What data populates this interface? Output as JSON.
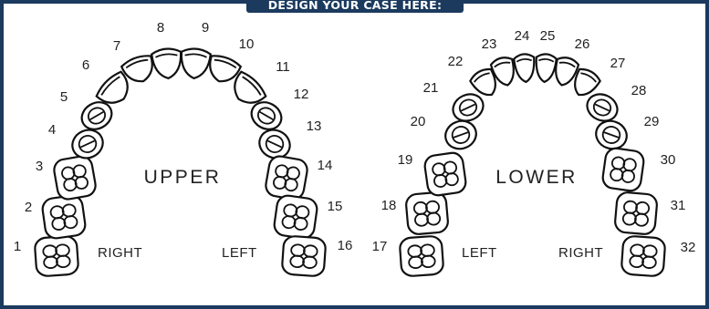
{
  "header": {
    "title": "DESIGN YOUR CASE HERE:"
  },
  "colors": {
    "frame": "#1b3a5e",
    "ink": "#111111",
    "header_text": "#ffffff"
  },
  "upper": {
    "label": "UPPER",
    "left_side_label": "RIGHT",
    "right_side_label": "LEFT",
    "teeth": [
      "1",
      "2",
      "3",
      "4",
      "5",
      "6",
      "7",
      "8",
      "9",
      "10",
      "11",
      "12",
      "13",
      "14",
      "15",
      "16"
    ]
  },
  "lower": {
    "label": "LOWER",
    "left_side_label": "LEFT",
    "right_side_label": "RIGHT",
    "teeth": [
      "17",
      "18",
      "19",
      "20",
      "21",
      "22",
      "23",
      "24",
      "25",
      "26",
      "27",
      "28",
      "29",
      "30",
      "31",
      "32"
    ]
  }
}
